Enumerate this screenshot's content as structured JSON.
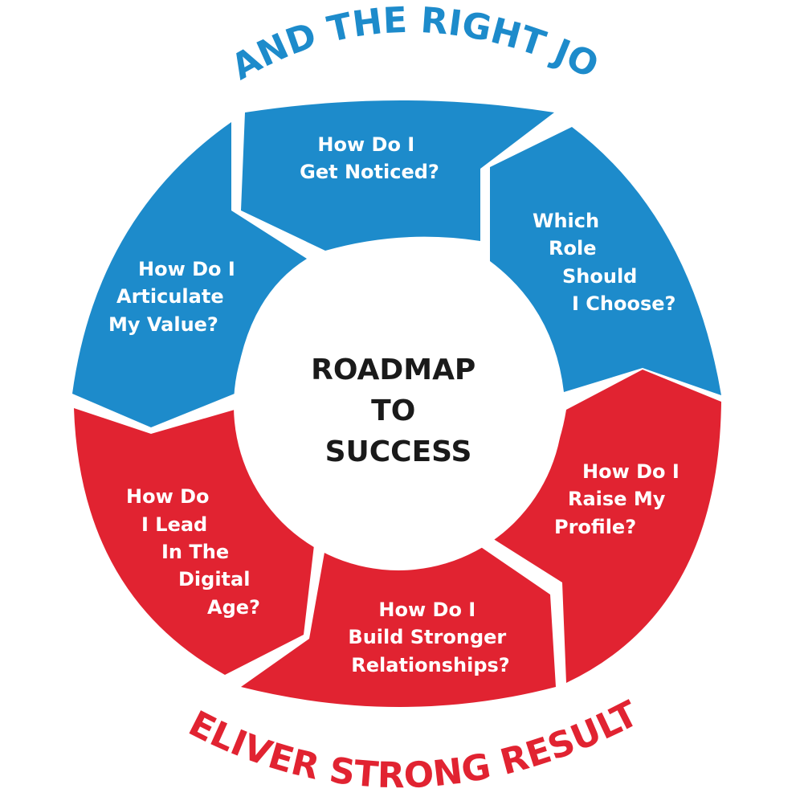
{
  "top_arc_title": "LAND THE RIGHT JOB",
  "bottom_arc_title": "DELIVER STRONG RESULTS",
  "center": {
    "lines": [
      "ROADMAP",
      "TO",
      "SUCCESS"
    ]
  },
  "colors": {
    "blue": "#1d8bcb",
    "red": "#e12331",
    "center_text": "#1a1a1a"
  },
  "segments": [
    {
      "id": "get-noticed",
      "color": "blue",
      "lines": [
        "How Do I",
        "Get Noticed?"
      ]
    },
    {
      "id": "which-role",
      "color": "blue",
      "lines": [
        "Which",
        "Role",
        "Should",
        "I Choose?"
      ]
    },
    {
      "id": "raise-profile",
      "color": "red",
      "lines": [
        "How Do I",
        "Raise My",
        "Profile?"
      ]
    },
    {
      "id": "build-relationships",
      "color": "red",
      "lines": [
        "How Do I",
        "Build Stronger",
        "Relationships?"
      ]
    },
    {
      "id": "lead-digital-age",
      "color": "red",
      "lines": [
        "How Do",
        "I Lead",
        "In The",
        "Digital",
        "Age?"
      ]
    },
    {
      "id": "articulate-value",
      "color": "blue",
      "lines": [
        "How Do I",
        "Articulate",
        "My Value?"
      ]
    }
  ]
}
